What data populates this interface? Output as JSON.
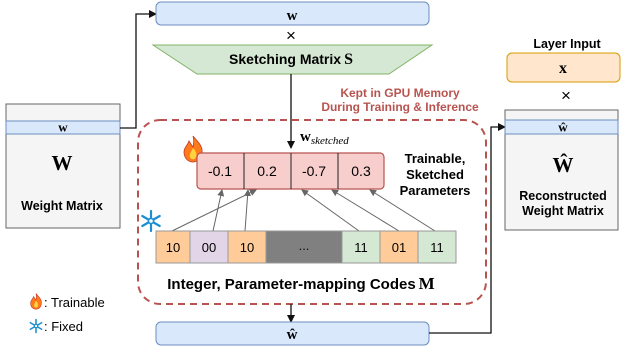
{
  "weight_matrix": {
    "row_label": "w",
    "matrix_symbol": "W",
    "caption": "Weight Matrix"
  },
  "top_row": {
    "label": "w"
  },
  "multiply_symbol": "×",
  "sketching_matrix": {
    "text": "Sketching Matrix",
    "symbol": "S"
  },
  "gpu_region": {
    "caption_line1": "Kept in GPU Memory",
    "caption_line2": "During Training & Inference"
  },
  "sketched": {
    "symbol_main": "w",
    "symbol_sub": "sketched",
    "values": [
      "-0.1",
      "0.2",
      "-0.7",
      "0.3"
    ],
    "label_lines": [
      "Trainable,",
      "Sketched",
      "Parameters"
    ]
  },
  "codes": {
    "cells": [
      "10",
      "00",
      "10",
      "...",
      "11",
      "01",
      "11"
    ],
    "caption_text": "Integer, Parameter-mapping Codes",
    "caption_symbol": "M"
  },
  "bottom_row": {
    "label": "ŵ"
  },
  "layer_input": {
    "title": "Layer Input",
    "symbol": "x"
  },
  "reconstructed": {
    "row_label": "ŵ",
    "matrix_symbol": "Ŵ",
    "caption_line1": "Reconstructed",
    "caption_line2": "Weight Matrix"
  },
  "legend": {
    "trainable": ": Trainable",
    "fixed": ": Fixed"
  },
  "colors": {
    "row_fill": "#dae8fc",
    "row_stroke": "#6c8ebf",
    "sketch_fill": "#d5e8d4",
    "sketch_stroke": "#82b366",
    "param_fill": "#f8cecc",
    "param_stroke": "#b85450",
    "region_stroke": "#b85450",
    "input_fill": "#ffe6cc",
    "input_stroke": "#d79b00",
    "code_orange": "#ffcc99",
    "code_purple": "#e1d5e7",
    "code_gray": "#808080",
    "code_green": "#d5e8d4",
    "panel_fill": "#f5f5f5",
    "panel_stroke": "#666666"
  }
}
